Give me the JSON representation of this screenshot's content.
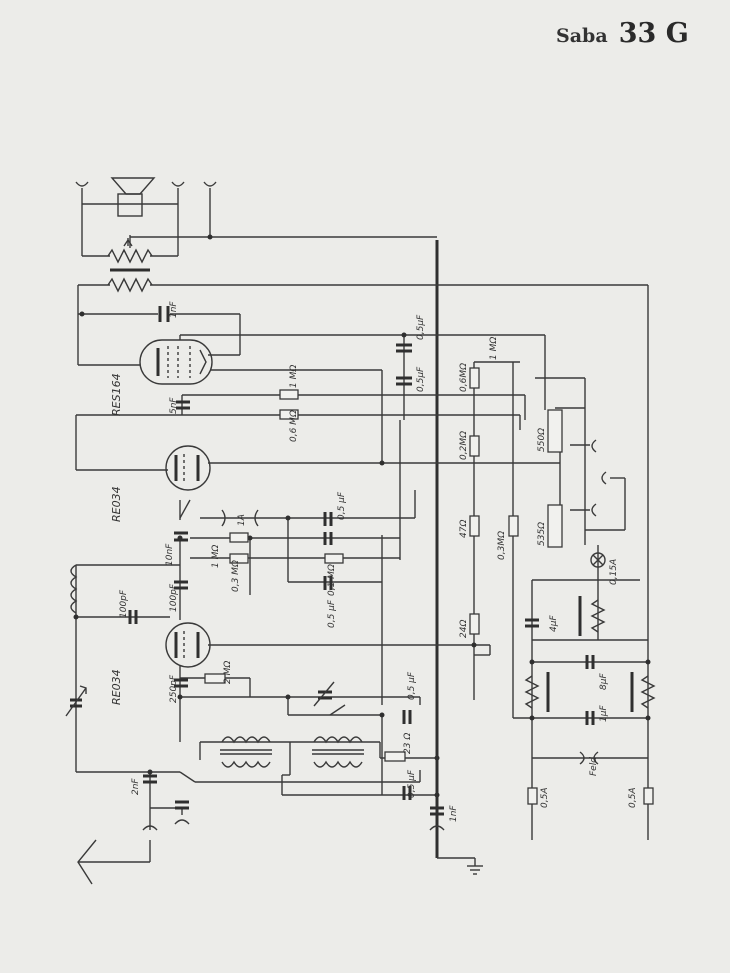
{
  "header": {
    "brand": "Saba",
    "model": "33 G"
  },
  "tubes": {
    "output": "RES164",
    "detector": "RE034",
    "input": "RE034"
  },
  "labels": {
    "c_1nF_top": "1nF",
    "c_05uF_a": "0,5μF",
    "c_05uF_b": "0,5μF",
    "c_5nF": "5nF",
    "r_1M_top": "1 MΩ",
    "r_06M": "0,6 MΩ",
    "r_1M_right": "1 MΩ",
    "r_06M_right": "0,6MΩ",
    "r_02M": "0,2MΩ",
    "r_550": "550Ω",
    "r_535": "535Ω",
    "lamp": "0,15A",
    "fuse_1A": "1A",
    "c_05uF_mid": "0,5 μF",
    "c_10nF": "10nF",
    "r_1M_mid": "1 MΩ",
    "r_03M": "0,3 MΩ",
    "r_01M": "0,1 MΩ",
    "c_100pF_a": "100pF",
    "c_100pF_b": "100pF",
    "c_05uF_low": "0,5 μF",
    "r_47": "47Ω",
    "r_03M_right": "0,3MΩ",
    "c_4uF": "4μF",
    "r_24": "24Ω",
    "c_250pF": "250pF",
    "r_2M": "2 MΩ",
    "c_05uF_d": "0,5 μF",
    "c_8uF": "8μF",
    "c_1uF": "1μF",
    "r_23": "23 Ω",
    "c_05uF_e": "0,5 μF",
    "field": "Feld",
    "c_2nF": "2nF",
    "c_1nF_bottom": "1nF",
    "fuse_a": "0,5A",
    "fuse_b": "0,5A"
  }
}
